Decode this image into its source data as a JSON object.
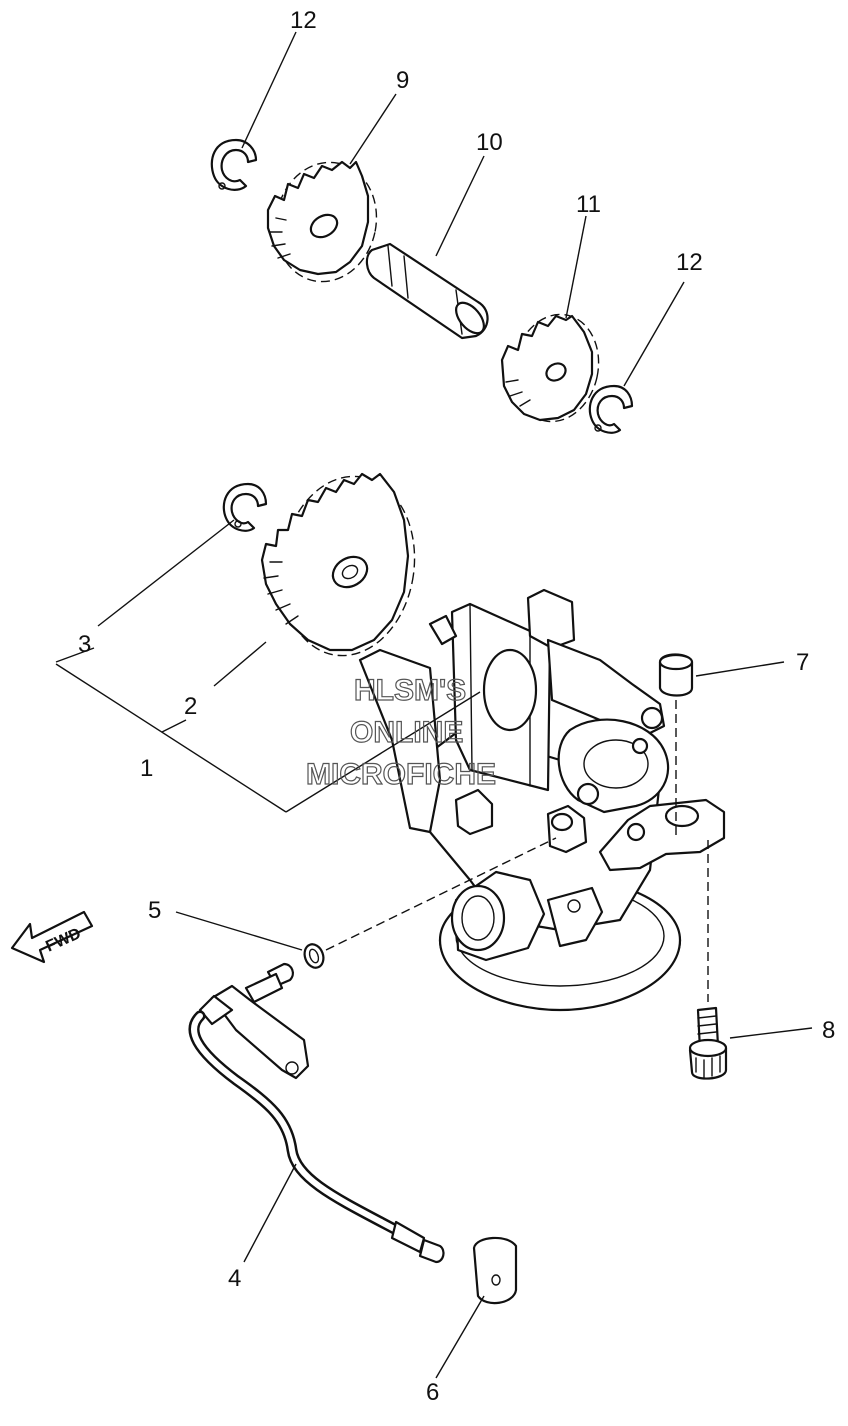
{
  "callouts": [
    "1",
    "2",
    "3",
    "4",
    "5",
    "6",
    "7",
    "8",
    "9",
    "10",
    "11",
    "12"
  ],
  "direction_label": "FWD",
  "watermark": [
    "HLSM'S",
    "ONLINE",
    "MICROFICHE"
  ],
  "icons": {
    "arrow": "fwd-arrow-icon"
  }
}
